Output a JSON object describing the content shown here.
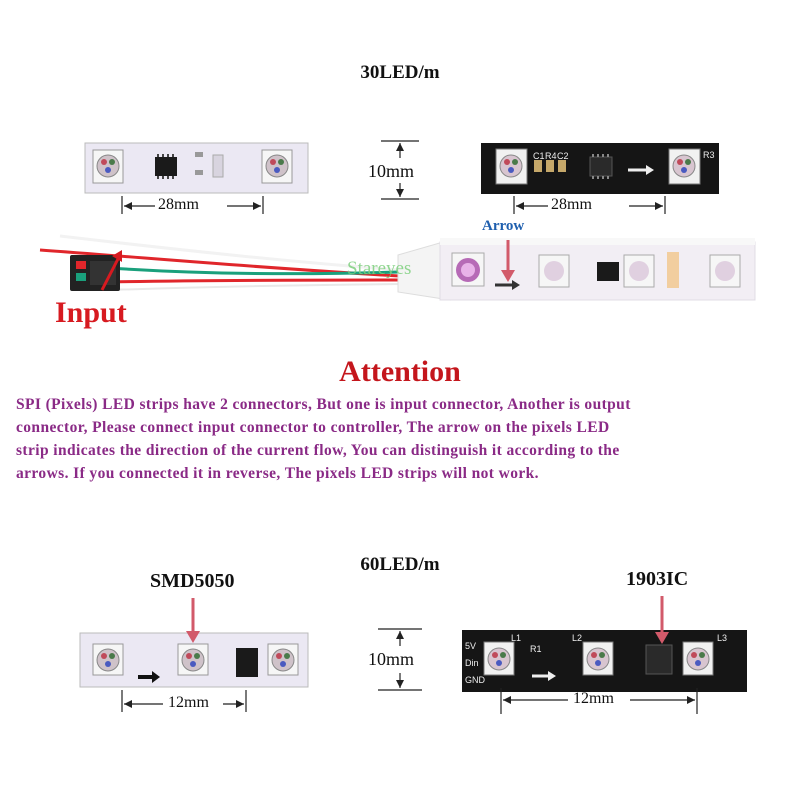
{
  "headings": {
    "top": "30LED/m",
    "bottom": "60LED/m"
  },
  "measurements": {
    "top_left_width": "28mm",
    "top_height": "10mm",
    "top_right_width": "28mm",
    "bottom_left_width": "12mm",
    "bottom_height": "10mm",
    "bottom_right_width": "12mm"
  },
  "labels": {
    "input": "Input",
    "arrow": "Arrow",
    "watermark": "Stareyes",
    "smd": "SMD5050",
    "ic": "1903IC"
  },
  "attention": {
    "title": "Attention",
    "lines": [
      "SPI (Pixels) LED strips have 2 connectors, But one is input connector, Another is output",
      "connector, Please connect input connector to controller, The arrow on the pixels LED",
      "strip indicates the direction of the current flow, You can distinguish it according to the",
      "arrows. If you connected it in reverse, The pixels LED strips will not work."
    ]
  },
  "pcb_marks": {
    "c1": "C1",
    "r4": "R4",
    "c2": "C2",
    "r3": "R3",
    "l1": "L1",
    "l2": "L2",
    "l3": "L3",
    "r1": "R1",
    "v5": "5V",
    "din": "Din",
    "gnd": "GND"
  },
  "colors": {
    "attention": "#c4161c",
    "notice": "#8a2a86",
    "input": "#d71a20",
    "arrow_label": "#1f5fae",
    "white_pcb": "#ebe8f3",
    "black_pcb": "#151515",
    "wire_red": "#e0262b",
    "wire_green": "#1aa07c"
  }
}
